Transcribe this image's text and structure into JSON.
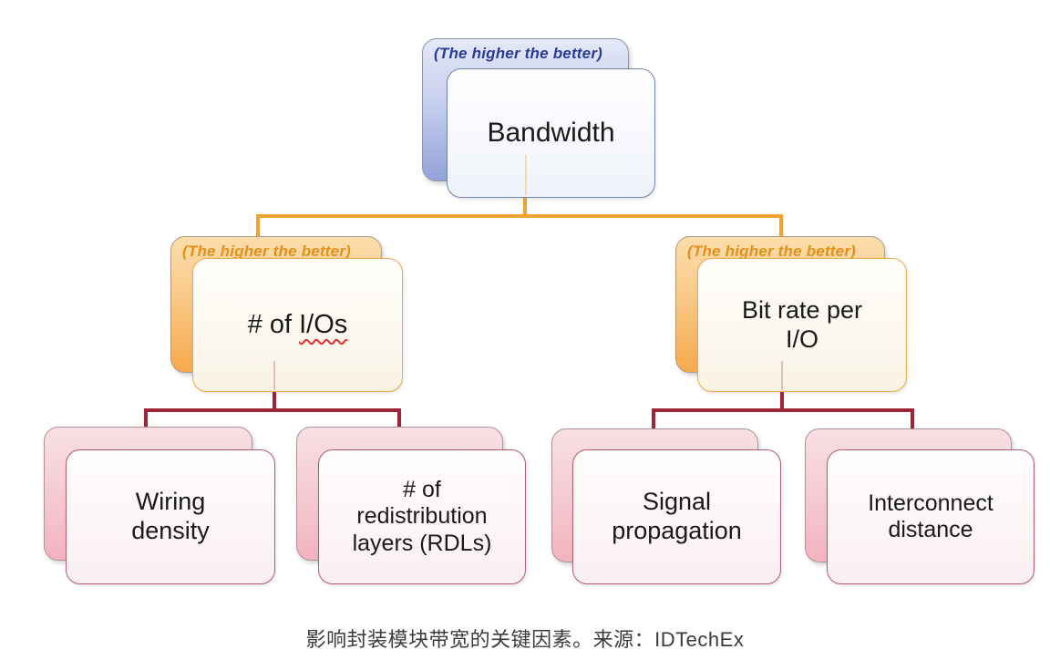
{
  "diagram": {
    "type": "tree",
    "caption": "影响封装模块带宽的关键因素。来源：IDTechEx",
    "tree": {
      "root": {
        "tag": "(The higher the better)",
        "label": "Bandwidth"
      },
      "branches": [
        {
          "tag": "(The higher the better)",
          "label_prefix": "# of ",
          "label_flagged": "I/Os",
          "children": [
            {
              "label": "Wiring density"
            },
            {
              "label": "# of redistribution layers (RDLs)"
            }
          ]
        },
        {
          "tag": "(The higher the better)",
          "label": "Bit rate per I/O",
          "children": [
            {
              "label": "Signal propagation"
            },
            {
              "label": "Interconnect distance"
            }
          ]
        }
      ]
    },
    "colors": {
      "connector_top_level": "#F2A233",
      "connector_bottom_level": "#A02438",
      "root_tag_text": "#2B3A96",
      "branch_tag_text": "#E2901C",
      "root_back_card": "#93A3D9",
      "branch_back_card": "#F6A94C",
      "leaf_back_card": "#F2B3BF",
      "spellcheck_underline": "#E03030",
      "caption_text": "#3C3C3C"
    }
  }
}
